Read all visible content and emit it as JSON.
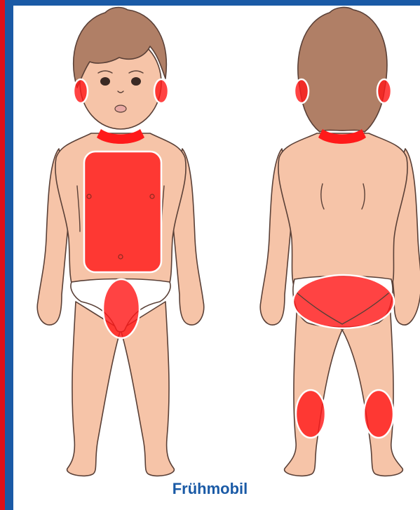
{
  "caption": "Frühmobil",
  "colors": {
    "accent_blue": "#1a5aa6",
    "accent_red": "#e0101a",
    "skin": "#f6c4a8",
    "skin_outline": "#5a4037",
    "hair": "#b07f66",
    "highlight": "#ff1a1a",
    "diaper": "#ffffff"
  },
  "figures": [
    {
      "view": "front",
      "highlighted_regions": [
        "ears",
        "neck",
        "chest-abdomen",
        "groin"
      ]
    },
    {
      "view": "back",
      "highlighted_regions": [
        "ears",
        "neck",
        "buttocks",
        "back-of-knees"
      ]
    }
  ]
}
